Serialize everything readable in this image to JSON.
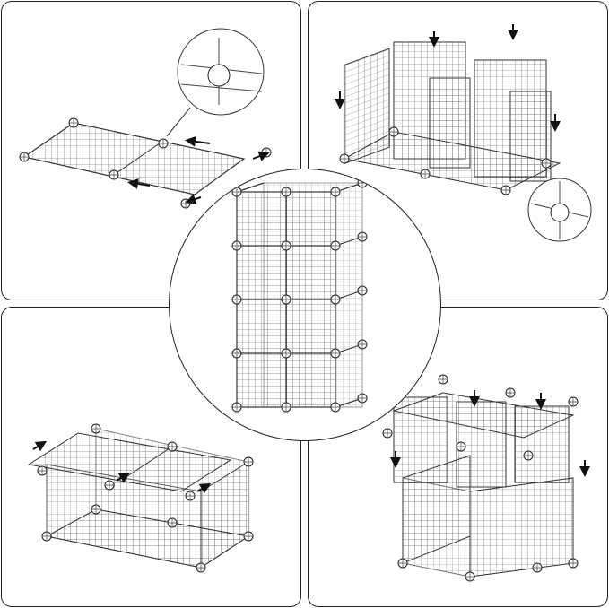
{
  "figure": {
    "steps": [
      {
        "id": "step-1",
        "content": "base-grid-panels-with-connectors"
      },
      {
        "id": "step-2",
        "content": "vertical-panels-inserted"
      },
      {
        "id": "step-3",
        "content": "top-panels-attached"
      },
      {
        "id": "step-4",
        "content": "second-tier-stacked"
      }
    ],
    "center": {
      "content": "assembled-cube-tower"
    },
    "icons": [
      "arrow-icon",
      "connector-icon",
      "magnifier-detail-icon"
    ],
    "colors": {
      "line": "#333333",
      "background": "#ffffff",
      "border": "#222222"
    }
  }
}
